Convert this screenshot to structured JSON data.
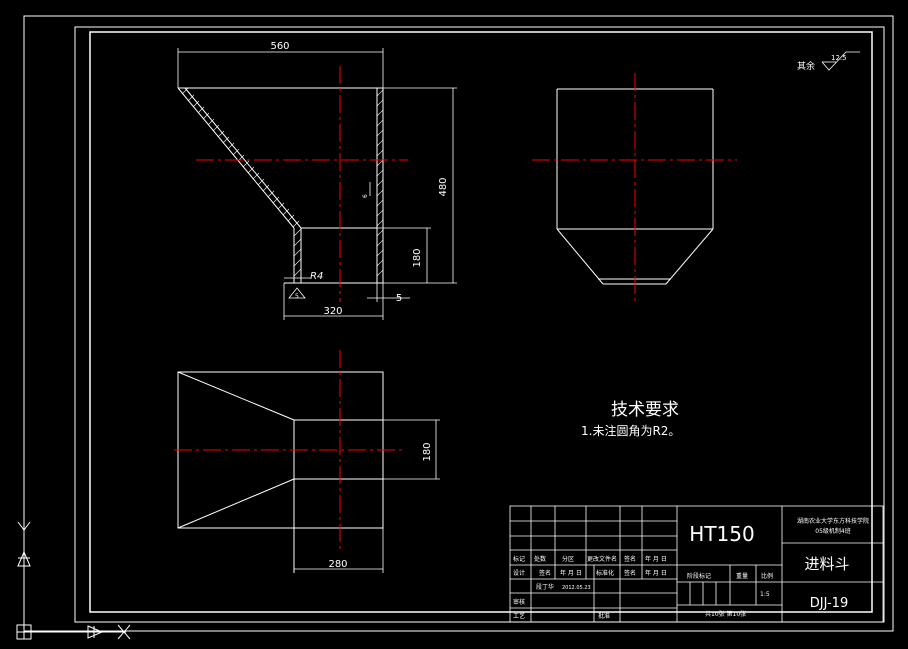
{
  "colors": {
    "background": "#000000",
    "line": "#ffffff",
    "centerline": "#ff0000",
    "frame": "#ffffff"
  },
  "dimensions": {
    "top_width": "560",
    "total_height": "480",
    "outlet_height": "180",
    "outlet_width": "320",
    "wall_thickness": "5",
    "fillet": "R4",
    "side_weld": "6",
    "bottom_weld": "5",
    "plan_outlet_height": "180",
    "plan_outlet_width": "280"
  },
  "surface_finish": {
    "label": "其余",
    "value": "12.5"
  },
  "technical_requirements": {
    "title": "技术要求",
    "item1": "1.未注圆角为R2。"
  },
  "title_block": {
    "material": "HT150",
    "school": "湖南农业大学东方科技学院",
    "class_name": "05级机制4班",
    "part_name": "进料斗",
    "drawing_no": "DJJ-19",
    "labels": {
      "mark": "标记",
      "count": "处数",
      "zone": "分区",
      "change_doc": "更改文件名",
      "sign": "签名",
      "ymd": "年 月 日",
      "design": "设计",
      "standardize": "标准化",
      "stage_mark": "阶段标记",
      "weight": "重量",
      "scale": "比例",
      "check": "审核",
      "process": "工艺",
      "approve": "批准",
      "sheets": "共10张 第10张"
    },
    "designer": "段丁华",
    "date": "2012.05.23",
    "scale_value": "1:5"
  },
  "ucs": {
    "y_label": "Y",
    "x_label": "X"
  }
}
